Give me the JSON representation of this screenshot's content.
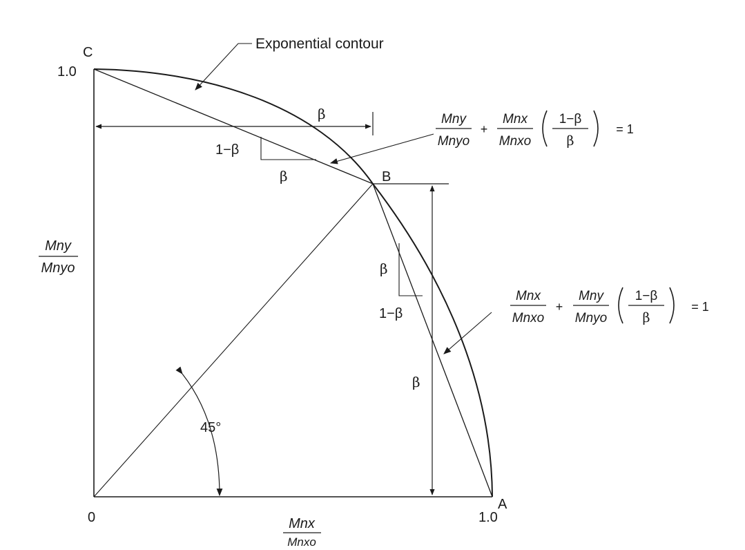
{
  "labels": {
    "point_c": "C",
    "point_b": "B",
    "point_a": "A",
    "origin": "0",
    "y_one": "1.0",
    "x_one": "1.0",
    "curve_label": "Exponential contour",
    "angle": "45°",
    "beta": "β",
    "one_minus_beta": "1−β"
  },
  "axes": {
    "y_axis": {
      "numerator": "Mny",
      "denominator": "Mnyo"
    },
    "x_axis": {
      "numerator": "Mnx",
      "denominator": "Mnxo"
    }
  },
  "equations": {
    "upper": {
      "t1_num": "Mny",
      "t1_den": "Mnyo",
      "plus": "+",
      "t2_num": "Mnx",
      "t2_den": "Mnxo",
      "p_num": "1−β",
      "p_den": "β",
      "rhs": "= 1"
    },
    "lower": {
      "t1_num": "Mnx",
      "t1_den": "Mnxo",
      "plus": "+",
      "t2_num": "Mny",
      "t2_den": "Mnyo",
      "p_num": "1−β",
      "p_den": "β",
      "rhs": "= 1"
    }
  }
}
